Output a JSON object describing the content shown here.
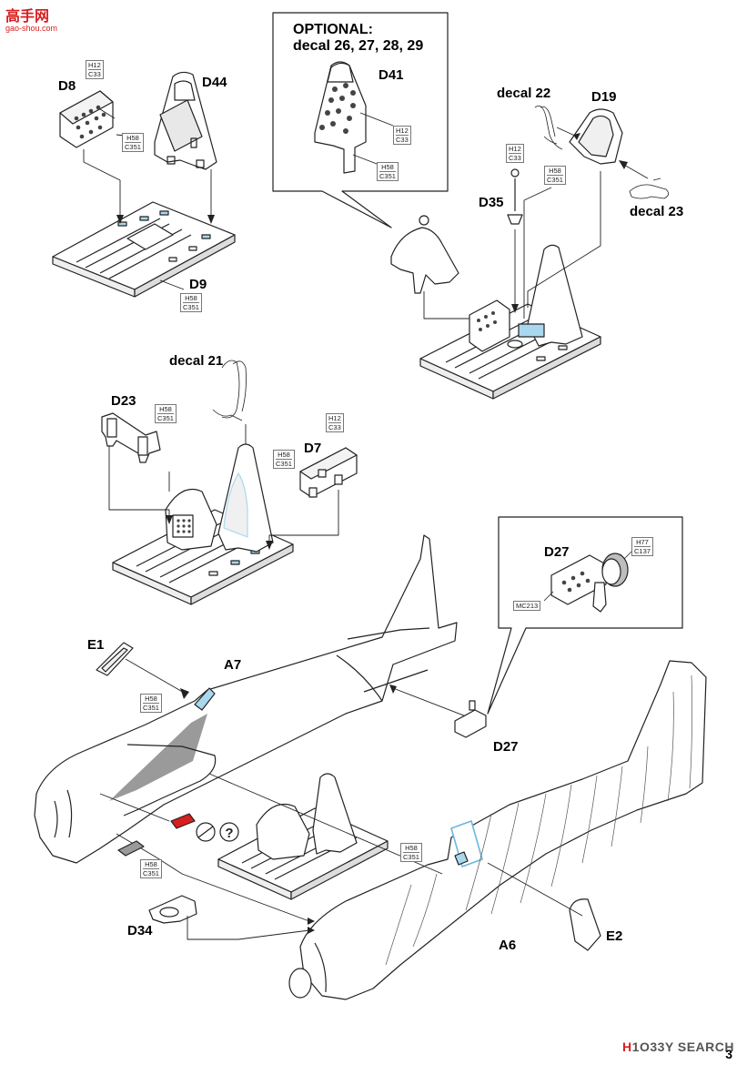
{
  "watermark": {
    "name": "高手网",
    "url": "gao-shou.com"
  },
  "brand": {
    "prefix": "H",
    "text": "1O33Y SEARCH"
  },
  "page_number": "3",
  "optional_box": {
    "title": "OPTIONAL:",
    "decals": "decal 26, 27, 28, 29"
  },
  "parts": {
    "d8": "D8",
    "d44": "D44",
    "d9": "D9",
    "d41": "D41",
    "decal22": "decal 22",
    "d19": "D19",
    "d35": "D35",
    "decal23": "decal 23",
    "decal21": "decal 21",
    "d23": "D23",
    "d7": "D7",
    "d27a": "D27",
    "d27b": "D27",
    "e1": "E1",
    "a7": "A7",
    "a6": "A6",
    "e2": "E2",
    "d34": "D34"
  },
  "codes": {
    "c1": [
      "H12",
      "C33"
    ],
    "c2": [
      "H58",
      "C351"
    ],
    "c3": [
      "H58",
      "C351"
    ],
    "c4": [
      "H12",
      "C33"
    ],
    "c5": [
      "H58",
      "C351"
    ],
    "c6": [
      "H12"
    ],
    "c7": [
      "H58",
      "C351"
    ],
    "c8": [
      "H58",
      "C351"
    ],
    "c9": [
      "H12",
      "C33"
    ],
    "c10": [
      "H58",
      "C351"
    ],
    "c11": [
      "H77",
      "C137"
    ],
    "c12": [
      "MC213"
    ],
    "c13": [
      "H58",
      "C351"
    ],
    "c14": [
      "H58",
      "C351"
    ],
    "c15": [
      "H58",
      "C351"
    ]
  },
  "colors": {
    "accent_blue": "#a9d8ee",
    "red": "#d81e1e",
    "shade": "#9a9a9a"
  }
}
